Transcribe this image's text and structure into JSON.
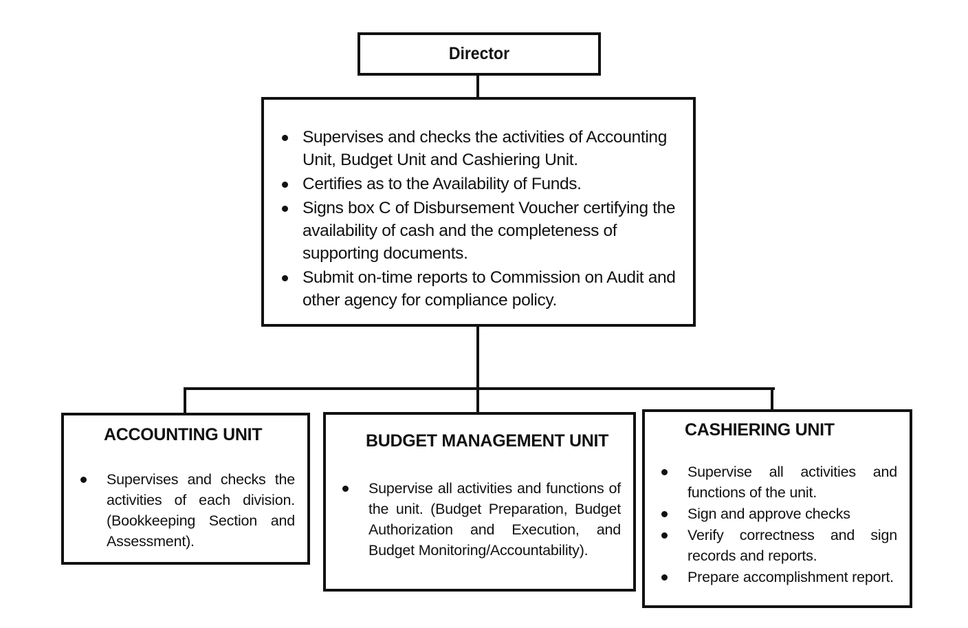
{
  "director": {
    "title": "Director",
    "duties": [
      "Supervises and checks the activities of Accounting Unit, Budget Unit and Cashiering Unit.",
      "Certifies as to the Availability of Funds.",
      "Signs box C of Disbursement Voucher certifying the availability of cash and the completeness of supporting documents.",
      "Submit on-time reports to Commission on Audit and other agency for compliance policy."
    ]
  },
  "units": {
    "accounting": {
      "title": "ACCOUNTING UNIT",
      "duties": [
        "Supervises and checks the activities of each division. (Bookkeeping Section and Assessment)."
      ]
    },
    "budget": {
      "title": "BUDGET MANAGEMENT UNIT",
      "duties": [
        "Supervise all activities and functions of the unit. (Budget Preparation, Budget Authorization and Execution, and Budget Monitoring/Accountability)."
      ]
    },
    "cashiering": {
      "title": "CASHIERING UNIT",
      "duties": [
        "Supervise all activities and functions of the unit.",
        "Sign and approve checks",
        "Verify correctness and sign records and reports.",
        "Prepare accomplishment report."
      ]
    }
  }
}
